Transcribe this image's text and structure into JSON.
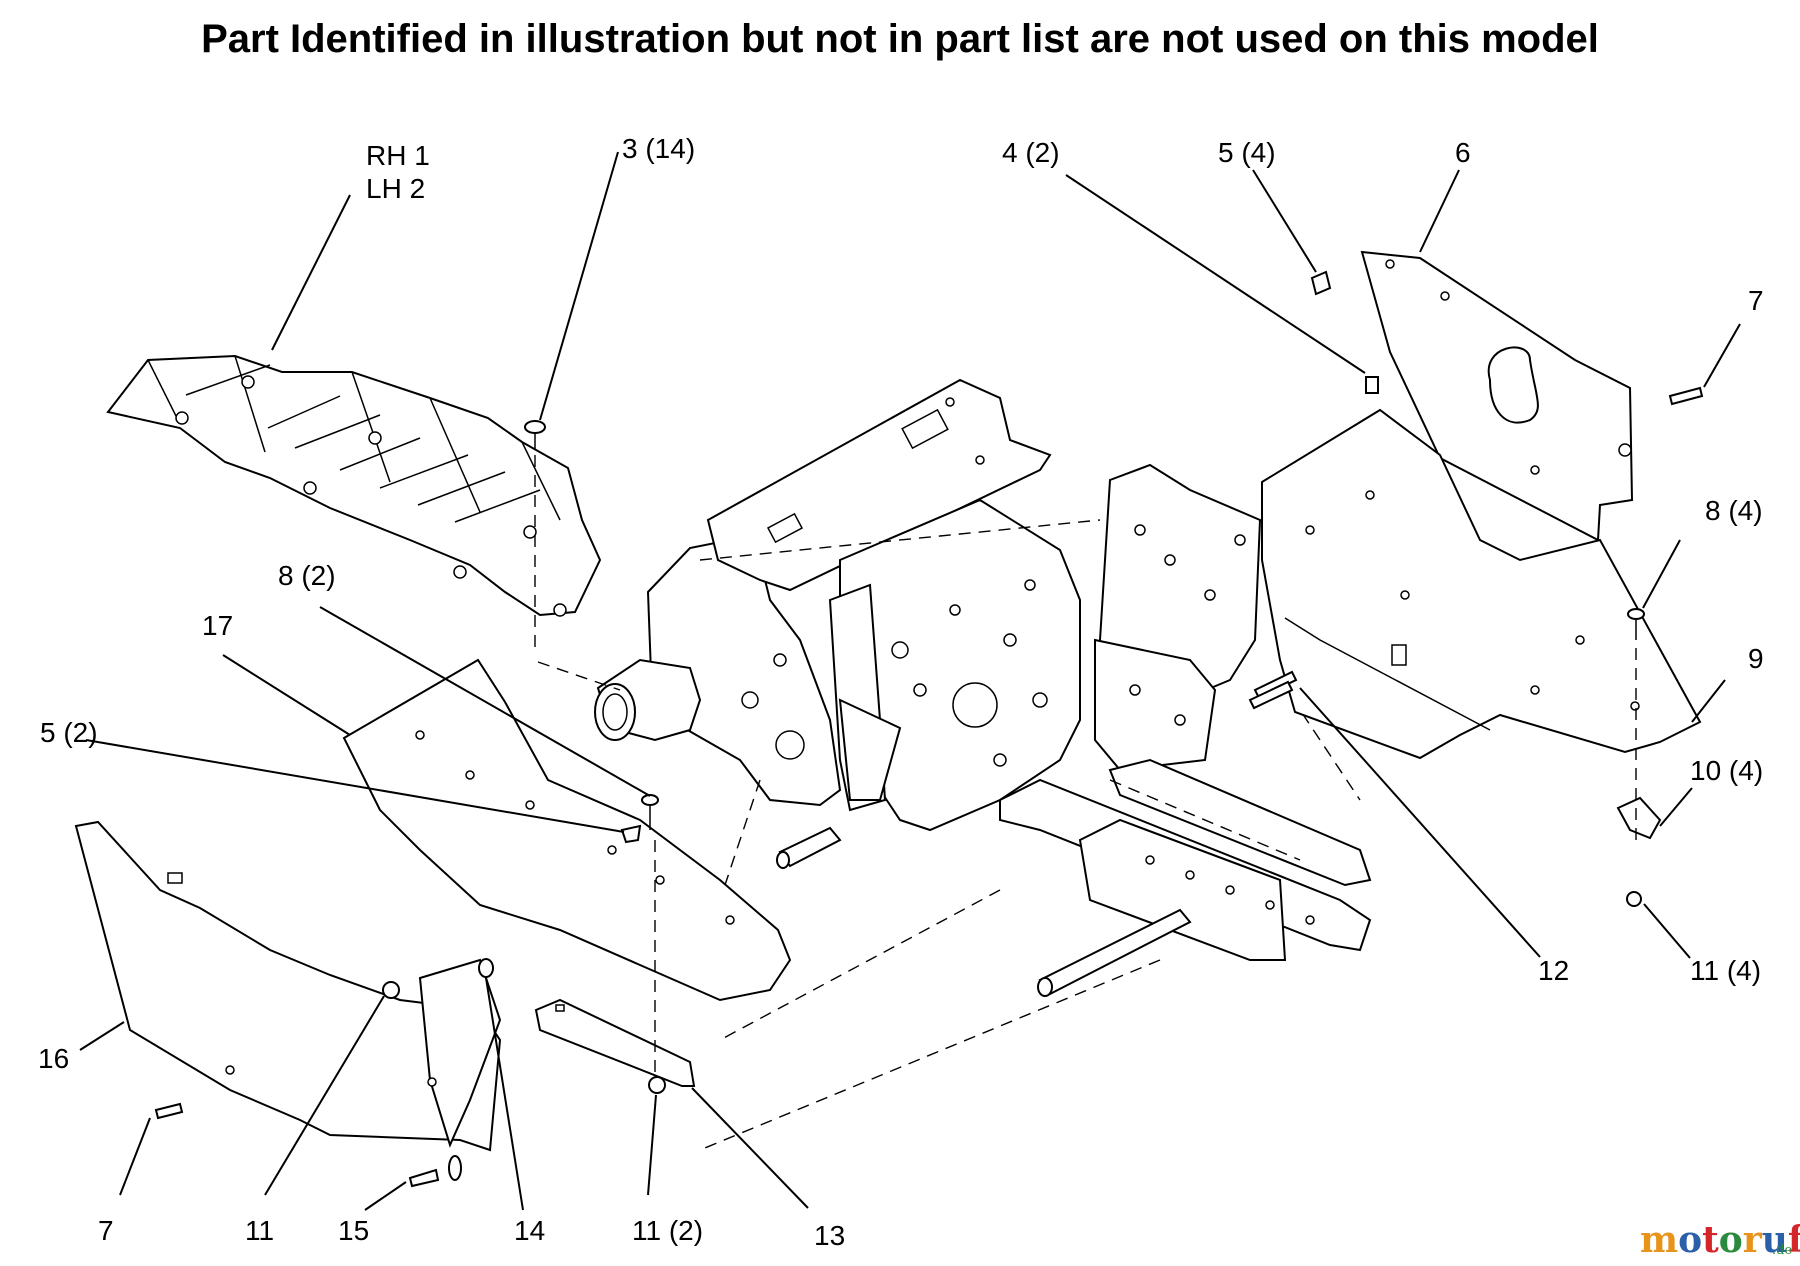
{
  "title": "Part Identified in illustration but not in part list are not used on this model",
  "callouts": {
    "c_rh1": "RH 1",
    "c_lh2": "LH 2",
    "c_3": "3 (14)",
    "c_4": "4 (2)",
    "c_5top": "5 (4)",
    "c_6": "6",
    "c_7right": "7",
    "c_8right": "8 (4)",
    "c_9": "9",
    "c_10": "10 (4)",
    "c_11right": "11 (4)",
    "c_12": "12",
    "c_8left": "8 (2)",
    "c_17": "17",
    "c_5left": "5 (2)",
    "c_16": "16",
    "c_7left": "7",
    "c_11left": "11",
    "c_15": "15",
    "c_14": "14",
    "c_11bottom": "11 (2)",
    "c_13": "13"
  },
  "watermark": {
    "brand": "motoruf",
    "tld": ".de",
    "colors": [
      "#e8941a",
      "#2b5fa8",
      "#d6242b",
      "#2b8a3e"
    ]
  }
}
